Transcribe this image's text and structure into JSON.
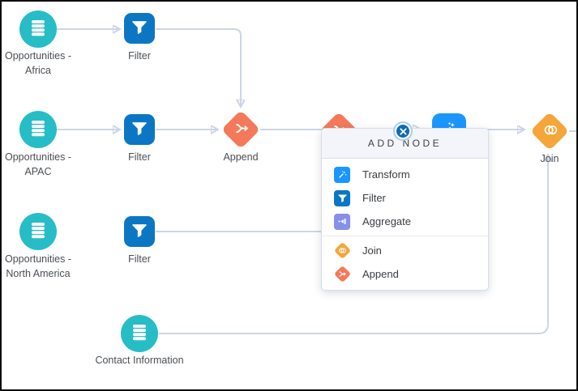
{
  "colors": {
    "canvas_bg": "#ffffff",
    "dataset_teal": "#27bdc6",
    "filter_blue": "#0b77c4",
    "transform_blue": "#1b96ff",
    "aggregate_lavender": "#8690e8",
    "join_yellow": "#f5a63b",
    "append_orange": "#f4795b",
    "connector": "#ccd5e5",
    "popup_header_bg": "#f3f5fa",
    "popup_border": "#d8dde6",
    "close_blue": "#0d6db8",
    "label_text": "#4b4f54"
  },
  "canvas": {
    "nodes": [
      {
        "type": "dataset",
        "label": "Opportunities - Africa"
      },
      {
        "type": "filter",
        "label": "Filter"
      },
      {
        "type": "dataset",
        "label": "Opportunities - APAC"
      },
      {
        "type": "filter",
        "label": "Filter"
      },
      {
        "type": "append",
        "label": "Append"
      },
      {
        "type": "dataset",
        "label": "Opportunities - North America"
      },
      {
        "type": "filter",
        "label": "Filter"
      },
      {
        "type": "dataset",
        "label": "Contact Information"
      },
      {
        "type": "join",
        "label": "Join"
      },
      {
        "type": "append",
        "label": ""
      },
      {
        "type": "transform",
        "label": ""
      }
    ]
  },
  "popup": {
    "title": "ADD NODE",
    "items": [
      {
        "icon": "transform-icon",
        "label": "Transform"
      },
      {
        "icon": "filter-icon",
        "label": "Filter"
      },
      {
        "icon": "aggregate-icon",
        "label": "Aggregate"
      },
      {
        "icon": "join-icon",
        "label": "Join"
      },
      {
        "icon": "append-icon",
        "label": "Append"
      }
    ]
  }
}
